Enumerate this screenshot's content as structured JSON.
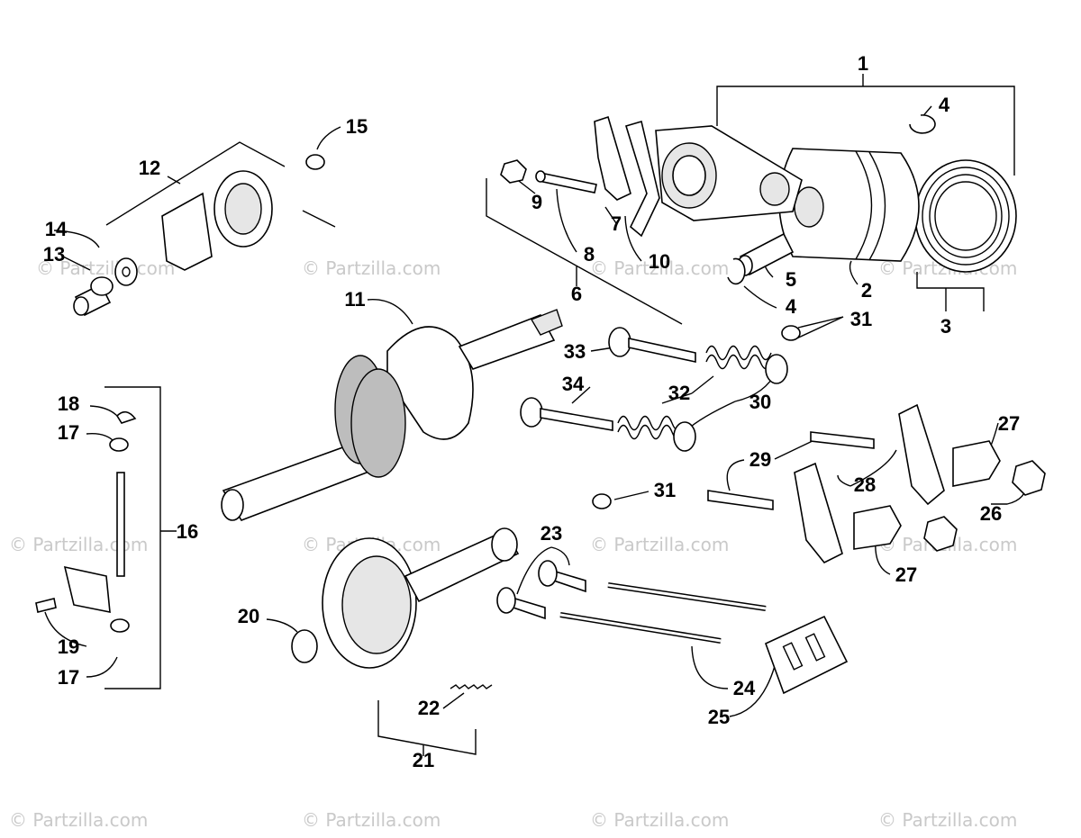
{
  "watermark": "© Partzilla.com",
  "callouts": [
    {
      "id": "c1",
      "text": "1"
    },
    {
      "id": "c2",
      "text": "2"
    },
    {
      "id": "c3",
      "text": "3"
    },
    {
      "id": "c4a",
      "text": "4"
    },
    {
      "id": "c4b",
      "text": "4"
    },
    {
      "id": "c5",
      "text": "5"
    },
    {
      "id": "c6",
      "text": "6"
    },
    {
      "id": "c7",
      "text": "7"
    },
    {
      "id": "c8",
      "text": "8"
    },
    {
      "id": "c9",
      "text": "9"
    },
    {
      "id": "c10",
      "text": "10"
    },
    {
      "id": "c11",
      "text": "11"
    },
    {
      "id": "c12",
      "text": "12"
    },
    {
      "id": "c13",
      "text": "13"
    },
    {
      "id": "c14",
      "text": "14"
    },
    {
      "id": "c15",
      "text": "15"
    },
    {
      "id": "c16",
      "text": "16"
    },
    {
      "id": "c17a",
      "text": "17"
    },
    {
      "id": "c17b",
      "text": "17"
    },
    {
      "id": "c18",
      "text": "18"
    },
    {
      "id": "c19",
      "text": "19"
    },
    {
      "id": "c20",
      "text": "20"
    },
    {
      "id": "c21",
      "text": "21"
    },
    {
      "id": "c22",
      "text": "22"
    },
    {
      "id": "c23",
      "text": "23"
    },
    {
      "id": "c24",
      "text": "24"
    },
    {
      "id": "c25",
      "text": "25"
    },
    {
      "id": "c26",
      "text": "26"
    },
    {
      "id": "c27a",
      "text": "27"
    },
    {
      "id": "c27b",
      "text": "27"
    },
    {
      "id": "c28",
      "text": "28"
    },
    {
      "id": "c29",
      "text": "29"
    },
    {
      "id": "c30",
      "text": "30"
    },
    {
      "id": "c31a",
      "text": "31"
    },
    {
      "id": "c31b",
      "text": "31"
    },
    {
      "id": "c32",
      "text": "32"
    },
    {
      "id": "c33",
      "text": "33"
    },
    {
      "id": "c34",
      "text": "34"
    }
  ]
}
